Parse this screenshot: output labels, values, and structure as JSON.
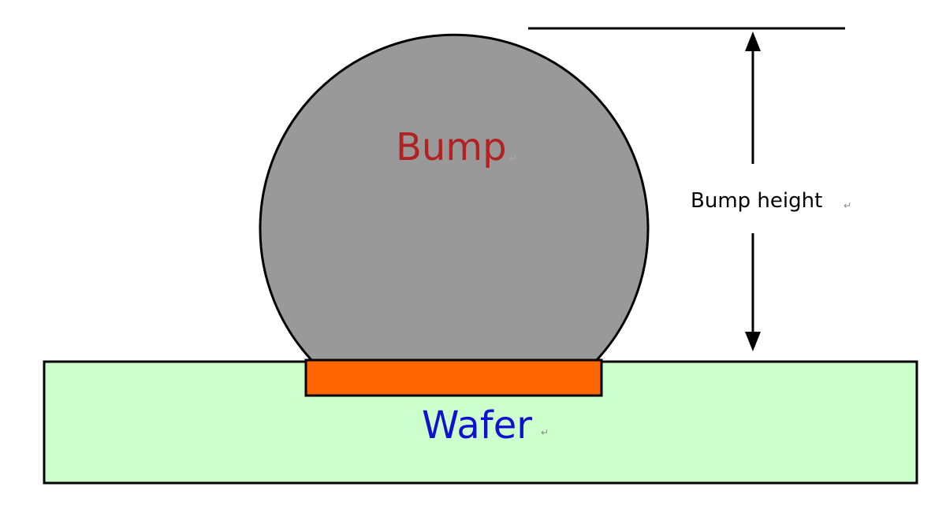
{
  "labels": {
    "bump": "Bump",
    "bump_height": "Bump height",
    "wafer": "Wafer"
  },
  "paragraph_mark": "↵",
  "space_mark": "•",
  "colors": {
    "bump_fill": "#999999",
    "bump_text": "#b22222",
    "wafer_fill": "#ccffcc",
    "wafer_text": "#1010d0",
    "pad_fill": "#ff6600",
    "stroke": "#000000",
    "annotation_text": "#000000"
  }
}
